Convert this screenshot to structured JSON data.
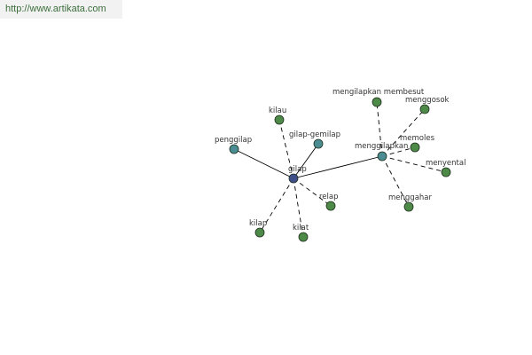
{
  "header": {
    "site_url": "http://www.artikata.com"
  },
  "colors": {
    "root": "#3f4f8a",
    "hub": "#4a8c91",
    "leaf": "#4e8a47",
    "edge": "#000000",
    "outline": "#1f2f1f"
  },
  "graph": {
    "nodes": [
      {
        "id": "gilap",
        "label": "gilap",
        "kind": "root"
      },
      {
        "id": "menggilapkan",
        "label": "menggilapkan",
        "kind": "hub"
      },
      {
        "id": "penggilap",
        "label": "penggilap",
        "kind": "hub"
      },
      {
        "id": "gilap-gemilap",
        "label": "gilap-gemilap",
        "kind": "hub"
      },
      {
        "id": "kilau",
        "label": "kilau",
        "kind": "leaf"
      },
      {
        "id": "relap",
        "label": "relap",
        "kind": "leaf"
      },
      {
        "id": "kilap",
        "label": "kilap",
        "kind": "leaf"
      },
      {
        "id": "kilat",
        "label": "kilat",
        "kind": "leaf"
      },
      {
        "id": "mengilapkan-membesut",
        "label": "mengilapkan membesut",
        "kind": "leaf"
      },
      {
        "id": "menggosok",
        "label": "menggosok",
        "kind": "leaf"
      },
      {
        "id": "memoles",
        "label": "memoles",
        "kind": "leaf"
      },
      {
        "id": "menyental",
        "label": "menyental",
        "kind": "leaf"
      },
      {
        "id": "menggahar",
        "label": "menggahar",
        "kind": "leaf"
      }
    ],
    "edges": [
      {
        "from": "gilap",
        "to": "penggilap",
        "style": "solid"
      },
      {
        "from": "gilap",
        "to": "gilap-gemilap",
        "style": "solid"
      },
      {
        "from": "gilap",
        "to": "menggilapkan",
        "style": "solid"
      },
      {
        "from": "gilap",
        "to": "kilau",
        "style": "dashed"
      },
      {
        "from": "gilap",
        "to": "relap",
        "style": "dashed"
      },
      {
        "from": "gilap",
        "to": "kilap",
        "style": "dashed"
      },
      {
        "from": "gilap",
        "to": "kilat",
        "style": "dashed"
      },
      {
        "from": "menggilapkan",
        "to": "mengilapkan-membesut",
        "style": "dashed"
      },
      {
        "from": "menggilapkan",
        "to": "menggosok",
        "style": "dashed"
      },
      {
        "from": "menggilapkan",
        "to": "memoles",
        "style": "dashed"
      },
      {
        "from": "menggilapkan",
        "to": "menyental",
        "style": "dashed"
      },
      {
        "from": "menggilapkan",
        "to": "menggahar",
        "style": "dashed"
      }
    ]
  }
}
